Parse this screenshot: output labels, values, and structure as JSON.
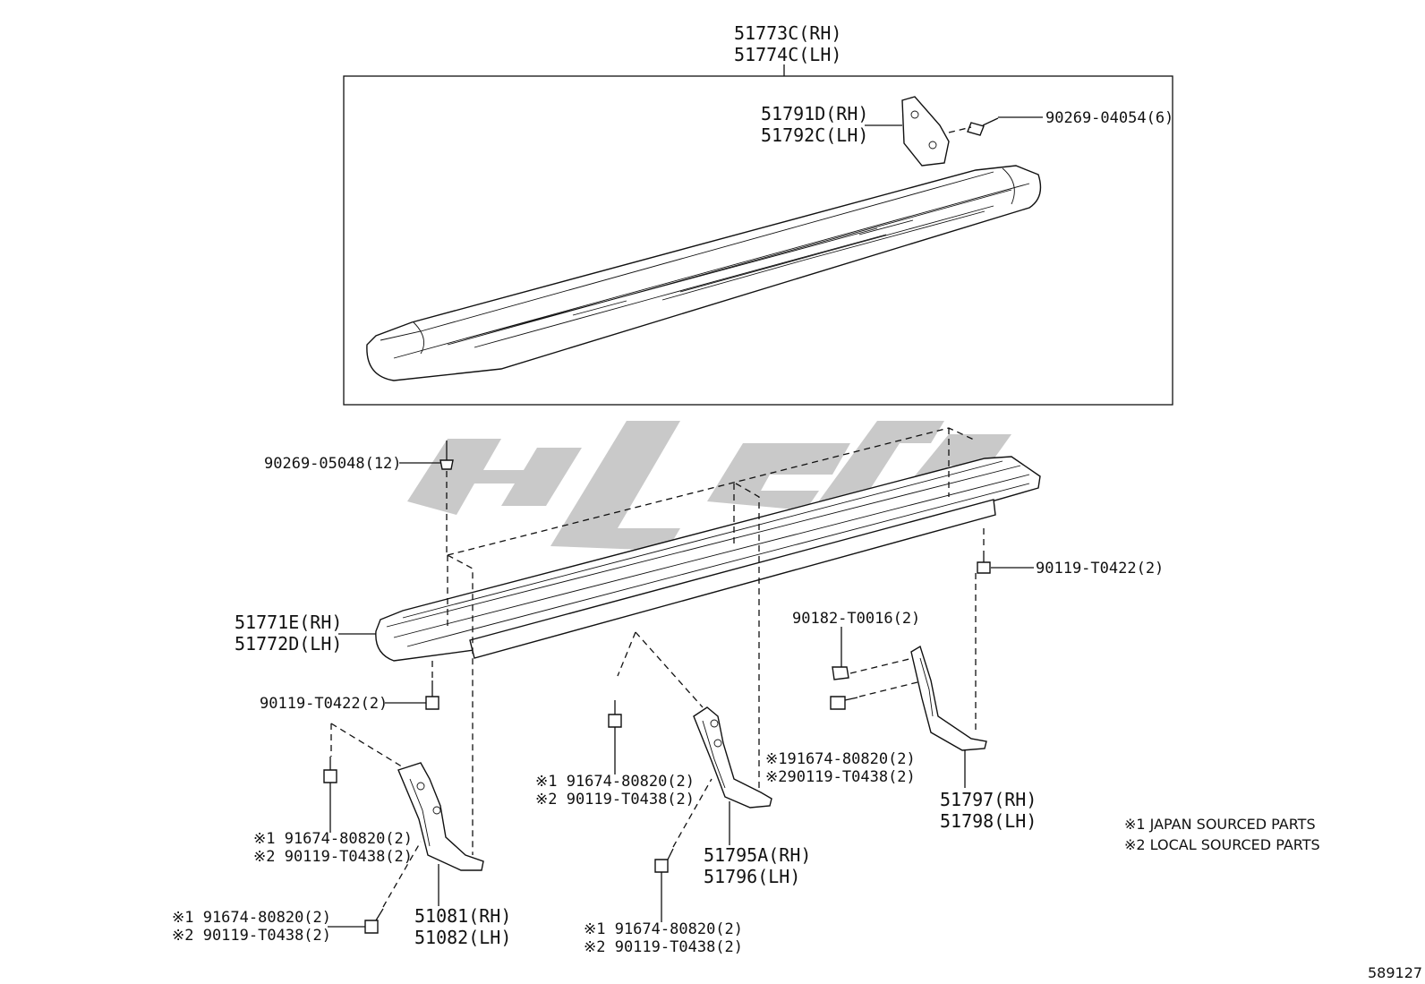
{
  "labels": {
    "step_board_rh": "51773C(RH)",
    "step_board_lh": "51774C(LH)",
    "end_bracket_rh": "51791D(RH)",
    "end_bracket_lh": "51792C(LH)",
    "end_bracket_screw": "90269-04054(6)",
    "rail_screw": "90269-05048(12)",
    "rail_bolt_right": "90119-T0422(2)",
    "rail_rh": "51771E(RH)",
    "rail_lh": "51772D(LH)",
    "rail_bolt_left": "90119-T0422(2)",
    "rear_nut": "90182-T0016(2)",
    "rear_bolt_j": "※191674-80820(2)",
    "rear_bolt_l": "※290119-T0438(2)",
    "rear_bracket_rh": "51797(RH)",
    "rear_bracket_lh": "51798(LH)",
    "mid_bolt_j": "※1 91674-80820(2)",
    "mid_bolt_l": "※2 90119-T0438(2)",
    "mid_bracket_rh": "51795A(RH)",
    "mid_bracket_lh": "51796(LH)",
    "mid_low_bolt_j": "※1 91674-80820(2)",
    "mid_low_bolt_l": "※2 90119-T0438(2)",
    "front_upper_bolt_j": "※1 91674-80820(2)",
    "front_upper_bolt_l": "※2 90119-T0438(2)",
    "front_bracket_rh": "51081(RH)",
    "front_bracket_lh": "51082(LH)",
    "front_low_bolt_j": "※1 91674-80820(2)",
    "front_low_bolt_l": "※2 90119-T0438(2)"
  },
  "notes": {
    "note1": "※1 JAPAN SOURCED PARTS",
    "note2": "※2 LOCAL SOURCED PARTS"
  },
  "diagram_id": "589127"
}
